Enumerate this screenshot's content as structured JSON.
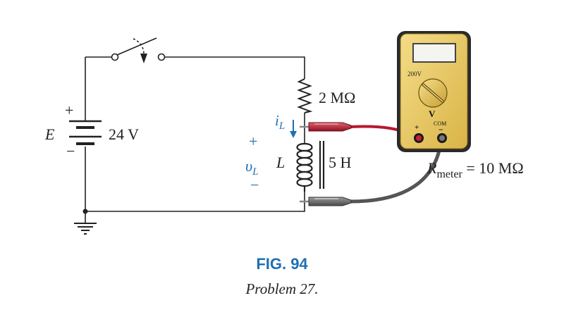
{
  "circuit": {
    "source_symbol": "E",
    "source_voltage": "24 V",
    "source_plus": "+",
    "source_minus": "−",
    "resistor_value": "2 MΩ",
    "inductor_symbol": "L",
    "inductor_value": "5 H",
    "current_symbol": "i",
    "current_sub": "L",
    "voltage_symbol": "υ",
    "voltage_sub": "L",
    "voltage_plus": "+",
    "voltage_minus": "−"
  },
  "meter": {
    "range_label": "200V",
    "unit_label": "V",
    "com_label": "COM",
    "plus_label": "+",
    "minus_label": "−",
    "resistance_symbol": "R",
    "resistance_sub": "meter",
    "resistance_value": " = 10 MΩ",
    "body_color": "#e8c860",
    "lead_positive_color": "#b8182e",
    "lead_negative_color": "#555555"
  },
  "caption": {
    "figure": "FIG. 94",
    "problem": "Problem 27."
  },
  "colors": {
    "accent": "#1f6fb2",
    "wire": "#222222"
  }
}
